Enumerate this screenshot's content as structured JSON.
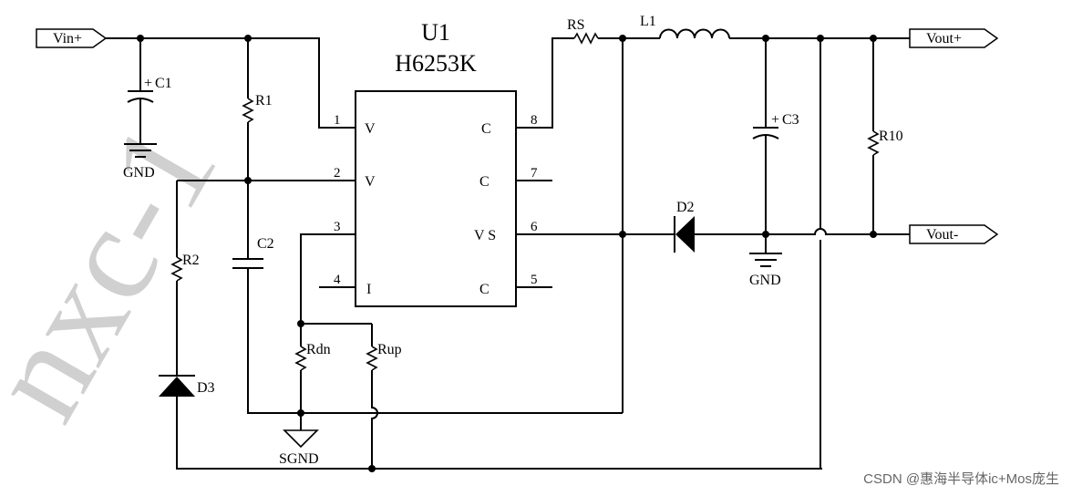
{
  "chip": {
    "name": "U1",
    "part": "H6253K"
  },
  "ports": {
    "vin_plus": "Vin+",
    "vout_plus": "Vout+",
    "vout_minus": "Vout-"
  },
  "components": {
    "c1": "C1",
    "c2": "C2",
    "c3": "C3",
    "r1": "R1",
    "r2": "R2",
    "r10": "R10",
    "rs": "RS",
    "l1": "L1",
    "d2": "D2",
    "d3": "D3",
    "rdn": "Rdn",
    "rup": "Rup",
    "plus": "+"
  },
  "grounds": {
    "gnd_left": "GND",
    "gnd_right": "GND",
    "sgnd": "SGND"
  },
  "pins": [
    "1",
    "2",
    "3",
    "4",
    "5",
    "6",
    "7",
    "8"
  ],
  "pin_labels": {
    "p1": "V",
    "p2": "V",
    "p8": "C",
    "p7": "C",
    "p6": "V S",
    "p4": "I",
    "p5": "C"
  },
  "watermark": {
    "left": "nxc-1",
    "credit": "CSDN @惠海半导体ic+Mos庞生"
  }
}
